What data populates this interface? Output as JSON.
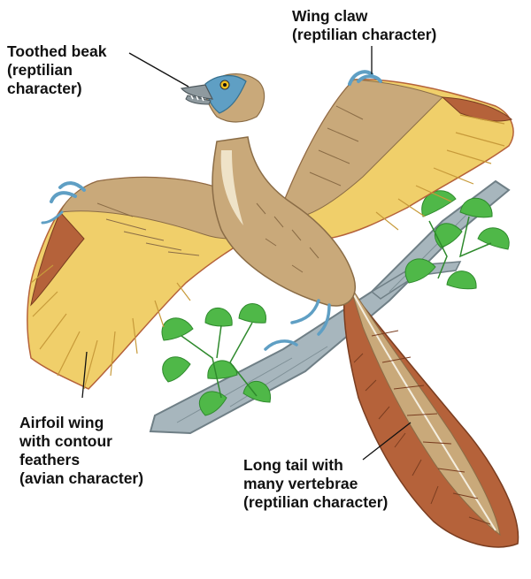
{
  "labels": {
    "beak": [
      "Toothed beak",
      "(reptilian",
      "character)"
    ],
    "claw": [
      "Wing claw",
      "(reptilian character)"
    ],
    "wing": [
      "Airfoil wing",
      "with contour",
      "feathers",
      "(avian character)"
    ],
    "tail": [
      "Long tail with",
      "many vertebrae",
      "(reptilian character)"
    ]
  },
  "colors": {
    "feather_tan": "#c9a97a",
    "feather_yellow": "#f0cf6a",
    "feather_rust": "#b5623a",
    "head_blue": "#5f9fc4",
    "branch_gray": "#9fb0b8",
    "leaf_green": "#4fb848"
  }
}
